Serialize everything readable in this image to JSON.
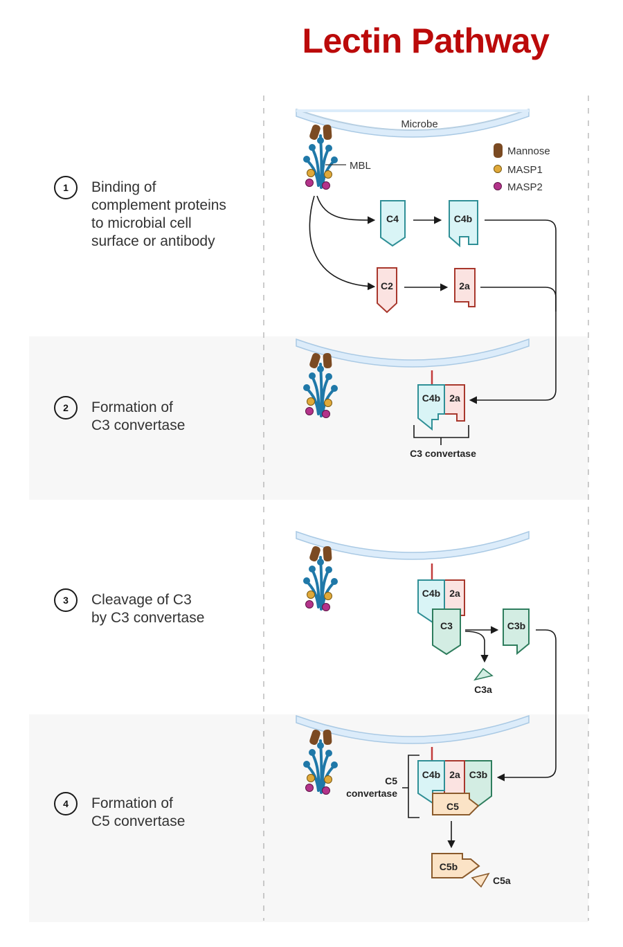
{
  "title": "Lectin Pathway",
  "steps": [
    {
      "number": "1",
      "lines": [
        "Binding of",
        "complement proteins",
        "to microbial cell",
        "surface or antibody"
      ]
    },
    {
      "number": "2",
      "lines": [
        "Formation of",
        "C3 convertase"
      ]
    },
    {
      "number": "3",
      "lines": [
        "Cleavage of C3",
        "by C3 convertase"
      ]
    },
    {
      "number": "4",
      "lines": [
        "Formation of",
        "C5 convertase"
      ]
    }
  ],
  "legend": {
    "mannose": "Mannose",
    "masp1": "MASP1",
    "masp2": "MASP2"
  },
  "labels": {
    "microbe": "Microbe",
    "mbl": "MBL",
    "c4": "C4",
    "c4b": "C4b",
    "c2": "C2",
    "c2a": "2a",
    "c3": "C3",
    "c3a": "C3a",
    "c3b": "C3b",
    "c5": "C5",
    "c5a": "C5a",
    "c5b": "C5b",
    "c3_convertase": "C3 convertase",
    "c5_convertase_line1": "C5",
    "c5_convertase_line2": "convertase"
  },
  "colors": {
    "title": "#bb0a0a",
    "c4_fill": "#d9f4f6",
    "c4_stroke": "#2f8f96",
    "c2_fill": "#fbe3e1",
    "c2_stroke": "#a8372c",
    "c3_fill": "#d3ede3",
    "c3_stroke": "#2e7d5d",
    "c5_fill": "#fbe3c6",
    "c5_stroke": "#8a5a2b",
    "mannose": "#7b4a22",
    "masp1": "#e0a93a",
    "masp2": "#b3338a",
    "mbl": "#1f78a8",
    "microbe": "#dcecfa"
  }
}
